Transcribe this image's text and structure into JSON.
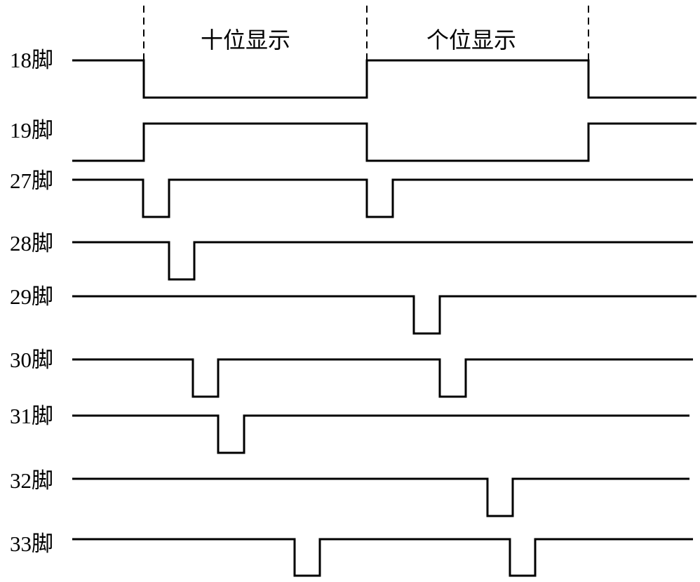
{
  "diagram": {
    "phases": [
      {
        "label": "十位显示"
      },
      {
        "label": "个位显示"
      }
    ],
    "signals": [
      {
        "pin": "18脚",
        "pattern": "high, low during 十位显示, high during 个位显示, low"
      },
      {
        "pin": "19脚",
        "pattern": "low, high during 十位显示, low during 个位显示, high"
      },
      {
        "pin": "27脚",
        "pattern": "high with low pulses at start of each display phase"
      },
      {
        "pin": "28脚",
        "pattern": "high with one low pulse"
      },
      {
        "pin": "29脚",
        "pattern": "high with one low pulse"
      },
      {
        "pin": "30脚",
        "pattern": "high with two low pulses"
      },
      {
        "pin": "31脚",
        "pattern": "high with one low pulse"
      },
      {
        "pin": "32脚",
        "pattern": "high with one low pulse"
      },
      {
        "pin": "33脚",
        "pattern": "high with two low pulses"
      }
    ]
  }
}
